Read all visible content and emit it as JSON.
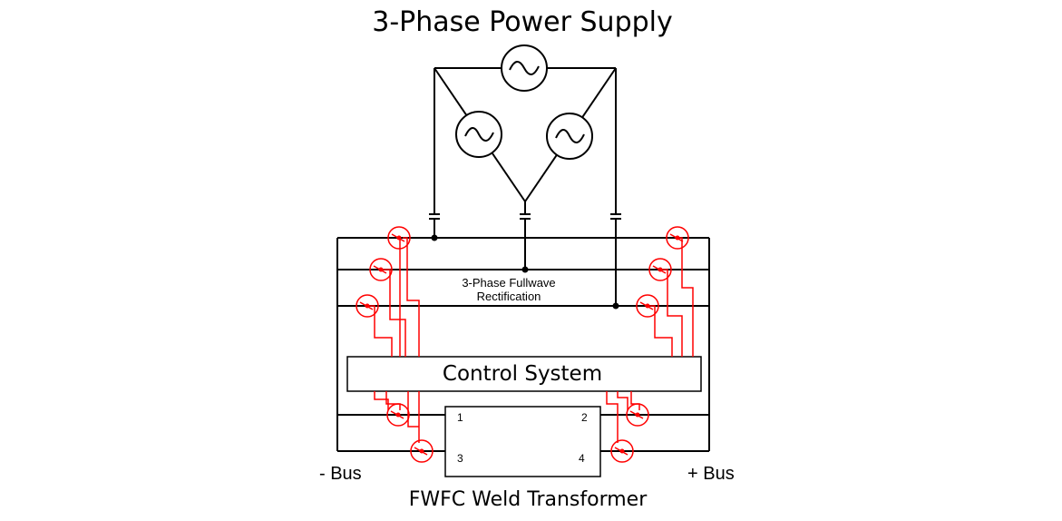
{
  "title": "3-Phase Power Supply",
  "rectifier_label_line1": "3-Phase Fullwave",
  "rectifier_label_line2": "Rectification",
  "control_label": "Control System",
  "transformer_label": "FWFC Weld Transformer",
  "terminals": {
    "t1": "1",
    "t2": "2",
    "t3": "3",
    "t4": "4"
  },
  "minus_bus": "- Bus",
  "plus_bus": "+ Bus",
  "colors": {
    "line": "#000000",
    "switch": "#ff0000",
    "background": "#ffffff"
  },
  "source_icons": [
    "ac-source-icon",
    "ac-source-icon",
    "ac-source-icon"
  ],
  "switch_icon": "thyristor-switch-icon"
}
